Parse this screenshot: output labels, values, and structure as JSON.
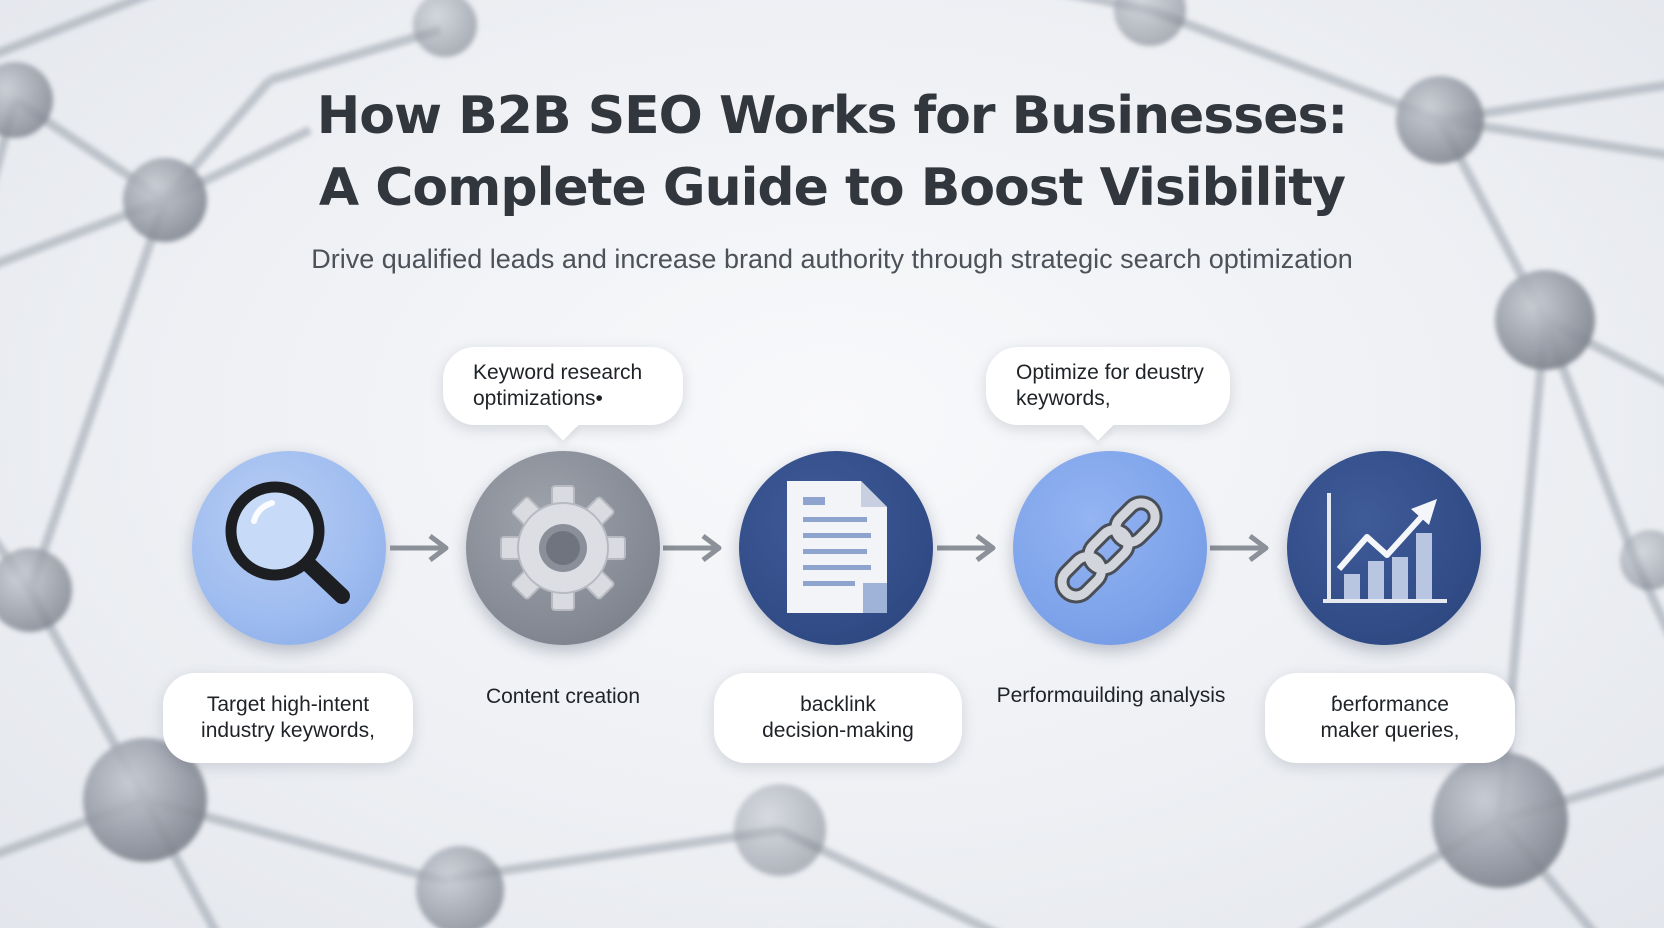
{
  "title": {
    "line1": "How B2B SEO Works for Businesses:",
    "line2": "A Complete Guide to Boost Visibility"
  },
  "subtitle": "Drive qualified leads and increase brand authority through strategic search optimization",
  "colors": {
    "light_blue": "#9fbdf0",
    "grey": "#868b95",
    "navy": "#324d88",
    "mid_blue": "#7ea3ea",
    "arrow": "#8c9098",
    "title": "#32363d"
  },
  "steps": [
    {
      "icon": "magnifying-glass-icon",
      "label_line1": "Target high-intent",
      "label_line2": "industry keywords,"
    },
    {
      "icon": "gear-icon",
      "label_line1": "Content creation",
      "label_line2": "",
      "callout_line1": "Keyword research",
      "callout_line2": "optimizations•"
    },
    {
      "icon": "document-icon",
      "label_line1": "backlink",
      "label_line2": "decision-making"
    },
    {
      "icon": "chain-link-icon",
      "label_line1": "Performɑuilding",
      "label_line2": "analysis",
      "callout_line1": "Optimize for deustry",
      "callout_line2": "keywords,"
    },
    {
      "icon": "growth-chart-icon",
      "label_line1": "ɓerformance",
      "label_line2": "maker queries,"
    }
  ]
}
